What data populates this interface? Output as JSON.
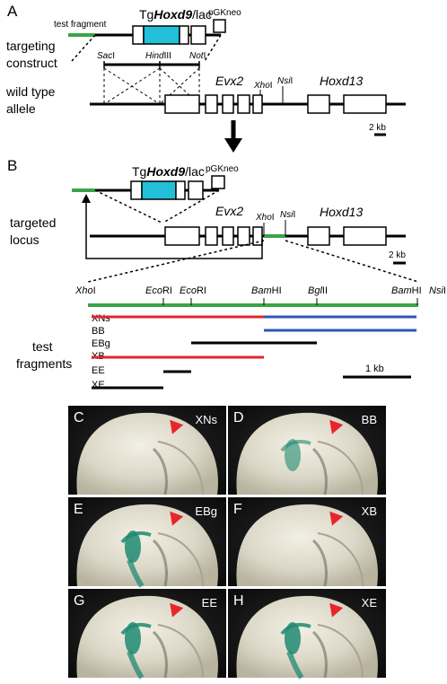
{
  "panel_a": {
    "letter": "A",
    "test_fragment_label": "test fragment",
    "construct_label_prefix": "Tg",
    "construct_label_gene": "Hoxd9",
    "construct_label_suffix": "/lac",
    "pgkneo_label": "pGKneo",
    "targeting_label_line1": "targeting",
    "targeting_label_line2": "construct",
    "sites": {
      "sac_italic": "Sac",
      "sac_rest": "I",
      "hind_italic": "Hind",
      "hind_rest": "III",
      "not_italic": "Not",
      "not_rest": "I"
    },
    "wild_type_line1": "wild type",
    "wild_type_line2": "allele",
    "evx2": "Evx2",
    "xho_italic": "Xho",
    "xho_rest": "I",
    "nsi_italic": "Nsi",
    "nsi_rest": "I",
    "hoxd13": "Hoxd13",
    "scale": "2 kb"
  },
  "panel_b": {
    "letter": "B",
    "construct_label_prefix": "Tg",
    "construct_label_gene": "Hoxd9",
    "construct_label_suffix": "/lac",
    "pgkneo_label": "pGKneo",
    "targeted_line1": "targeted",
    "targeted_line2": "locus",
    "evx2": "Evx2",
    "xho_italic": "Xho",
    "xho_rest": "I",
    "nsi_italic": "Nsi",
    "nsi_rest": "I",
    "hoxd13": "Hoxd13",
    "scale": "2 kb",
    "map_sites": {
      "xho_italic": "Xho",
      "xho_rest": "I",
      "eco1_italic": "Eco",
      "eco1_rest": "RI",
      "eco2_italic": "Eco",
      "eco2_rest": "RI",
      "bam1_italic": "Bam",
      "bam1_rest": "HI",
      "bgl_italic": "Bgl",
      "bgl_rest": "II",
      "bam2_italic": "Bam",
      "bam2_rest": "HI",
      "nsi_italic": "Nsi",
      "nsi_rest": "I"
    },
    "test_label_line1": "test",
    "test_label_line2": "fragments",
    "fragments": [
      "XNs",
      "BB",
      "EBg",
      "XB",
      "EE",
      "XE"
    ],
    "scale_map": "1 kb"
  },
  "photos": [
    {
      "letter": "C",
      "name": "XNs"
    },
    {
      "letter": "D",
      "name": "BB"
    },
    {
      "letter": "E",
      "name": "EBg"
    },
    {
      "letter": "F",
      "name": "XB"
    },
    {
      "letter": "G",
      "name": "EE"
    },
    {
      "letter": "H",
      "name": "XE"
    }
  ],
  "colors": {
    "green": "#3aa447",
    "cyan": "#22c0d8",
    "red": "#e0262c",
    "blue": "#2f56b5",
    "arrowhead": "#e8262a",
    "stain": "#1f8a72"
  }
}
